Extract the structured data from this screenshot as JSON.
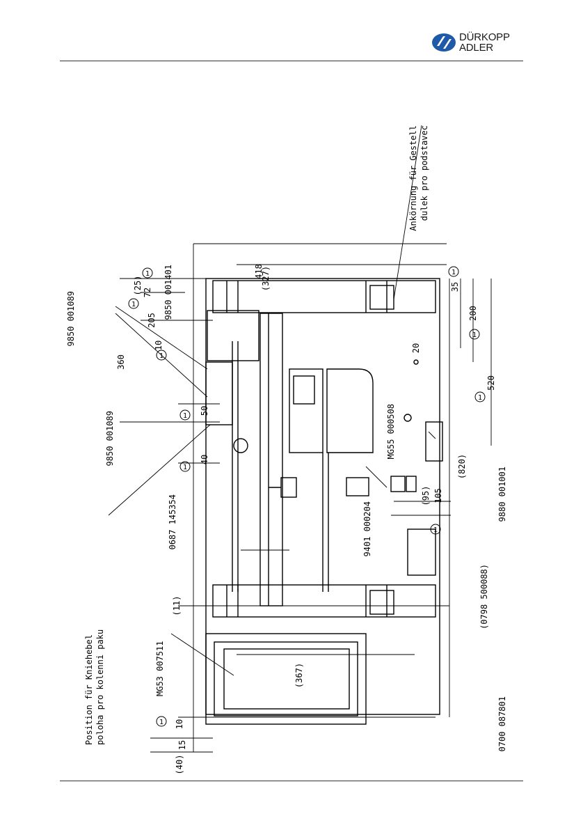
{
  "logo": {
    "line1": "DÜRKOPP",
    "line2": "ADLER",
    "brand_color": "#1e5aa8"
  },
  "drawing": {
    "note_frame": [
      "Ankörnung für Gestell",
      "dulek pro podstavec"
    ],
    "note_knee": [
      "Position für Kniehebel",
      "poloha pro kolenni paku"
    ],
    "part_numbers": {
      "p9850_001401": "9850 001401",
      "p9850_001089_top": "9850 001089",
      "p9850_001089_bottom": "9850 001089",
      "p0687_145354": "0687 145354",
      "pMG53_007511": "MG53 007511",
      "pMG55_000508": "MG55 000508",
      "p9401_000204": "9401 000204",
      "p9880_001001": "9880 001001",
      "p0798_500088": "(0798 500088)",
      "p0700_087801": "0700 087801"
    },
    "dimensions": {
      "d418": "418",
      "d327": "(327)",
      "d25": "(25)",
      "d72": "72",
      "d205": "205",
      "d360": "360",
      "d10a": "10",
      "d50": "50",
      "d40a": "40",
      "d35": "35",
      "d200": "200",
      "d20": "20",
      "d520": "520",
      "d820": "(820)",
      "d95": "(95)",
      "d105": "105",
      "d11": "(11)",
      "d367": "(367)",
      "d10b": "10",
      "d15": "15",
      "d40b": "(40)"
    },
    "marker": "1"
  }
}
